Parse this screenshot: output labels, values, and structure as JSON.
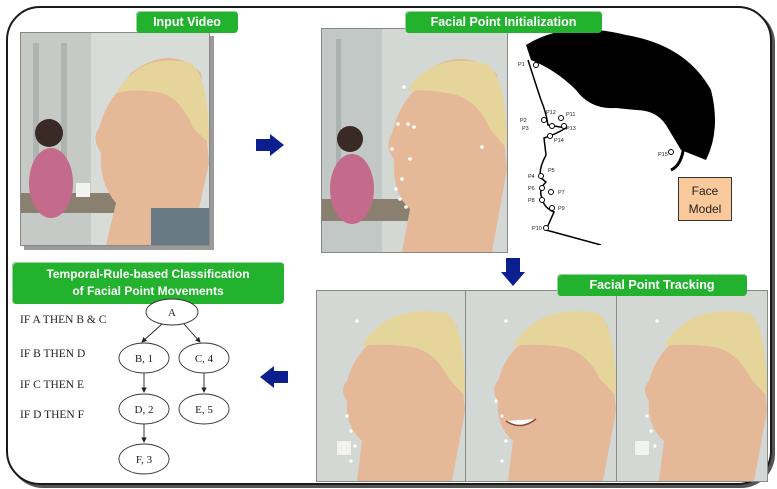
{
  "labels": {
    "input_video": "Input Video",
    "facial_point_init": "Facial Point Initialization",
    "facial_point_tracking": "Facial Point Tracking",
    "classification_line1": "Temporal-Rule-based Classification",
    "classification_line2": "of Facial Point Movements",
    "face_model_line1": "Face",
    "face_model_line2": "Model"
  },
  "rules": [
    "IF A THEN B & C",
    "IF B THEN D",
    "IF C THEN E",
    "IF D THEN F"
  ],
  "tree_nodes": [
    {
      "id": "A",
      "label": "A"
    },
    {
      "id": "B",
      "label": "B, 1"
    },
    {
      "id": "C",
      "label": "C, 4"
    },
    {
      "id": "D",
      "label": "D, 2"
    },
    {
      "id": "E",
      "label": "E, 5"
    },
    {
      "id": "F",
      "label": "F, 3"
    }
  ],
  "face_points": [
    "P1",
    "P2",
    "P3",
    "P4",
    "P5",
    "P6",
    "P7",
    "P8",
    "P9",
    "P10",
    "P11",
    "P12",
    "P13",
    "P14",
    "P15"
  ],
  "colors": {
    "label_green": "#22b22e",
    "arrow_blue": "#0b1f8f",
    "face_model_fill": "#f9c89b"
  }
}
